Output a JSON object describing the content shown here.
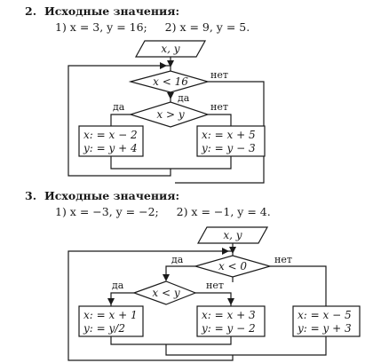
{
  "problems": [
    {
      "number": "2.",
      "title": "Исходные значения:",
      "cases": "1) x = 3, y = 16;     2) x = 9, y = 5.",
      "input": "x, y",
      "outer_condition": "x < 16",
      "inner_condition": "x > y",
      "labels": {
        "yes_outer": "да",
        "no_outer": "нет",
        "yes_inner": "да",
        "no_inner": "нет"
      },
      "left_box": [
        "x: = x − 2",
        "y: = y + 4"
      ],
      "right_box": [
        "x: = x + 5",
        "y: = y − 3"
      ]
    },
    {
      "number": "3.",
      "title": "Исходные значения:",
      "cases": "1) x = −3, y = −2;     2) x = −1, y = 4.",
      "input": "x, y",
      "outer_condition": "x < 0",
      "inner_condition": "x < y",
      "labels": {
        "yes_outer": "да",
        "no_outer": "нет",
        "yes_inner": "да",
        "no_inner": "нет"
      },
      "left_box": [
        "x: = x + 1",
        "y: = y/2"
      ],
      "middle_box": [
        "x: = x + 3",
        "y: = y − 2"
      ],
      "right_box": [
        "x: = x − 5",
        "y: = y + 3"
      ]
    }
  ]
}
